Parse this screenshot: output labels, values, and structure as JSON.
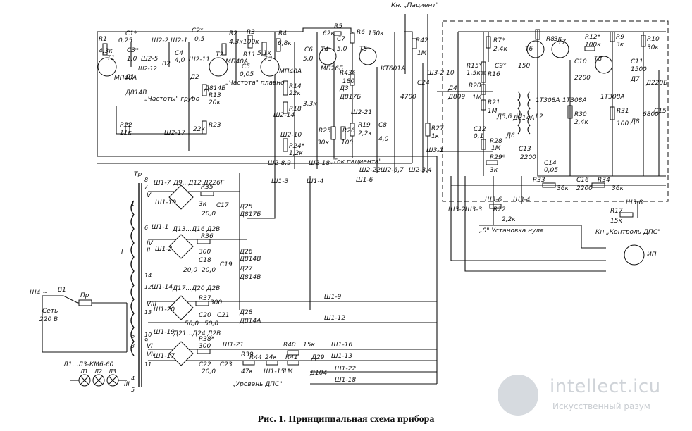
{
  "caption": "Рис. 1. Принципиальная схема прибора",
  "watermark": {
    "title": "intellect.icu",
    "subtitle": "Искусственный разум"
  },
  "labels": {
    "kn_patient": "Кн. „Пациент\"",
    "r42": "R42",
    "r42v": "1М",
    "r1": "R1",
    "r1v": "4,3к",
    "t1": "T1",
    "t1t": "МП40А",
    "c1": "C1*",
    "c1v": "0,25",
    "c2": "C2*",
    "c2v": "0,5",
    "c3": "C3*",
    "c3v": "1,0",
    "c4": "C4",
    "c4v": "4,0",
    "sh22": "Ш2-2",
    "sh21": "Ш2-1",
    "sh25": "Ш2-5",
    "sh211": "Ш2-11",
    "sh212": "Ш2-12",
    "b2": "B2",
    "chastoty_grubo": "„Частоты\" грубо",
    "d1": "Д1",
    "d2": "Д2",
    "d814v": "Д814В",
    "d814b": "Д814Б",
    "r2": "R2",
    "r2v": "4,3к",
    "t2": "T2",
    "t2t": "МП40А",
    "r13": "R13",
    "r13v": "20к",
    "r3": "R3",
    "r3v": "100к",
    "r11": "R11",
    "r11v": "5,1к",
    "c5": "C5",
    "c5v": "0,05",
    "chastota_plavno": "„Частота\" плавно",
    "t3": "T3",
    "t3t": "МП40А",
    "r4": "R4",
    "r4v": "6,8к",
    "r14": "R14",
    "r14v": "22к",
    "r18": "R18",
    "sh214": "Ш2-14",
    "r23": "R23",
    "r22": "R22",
    "r22v": "11к",
    "sh217": "Ш2-17",
    "r22k": "22к",
    "sh210": "Ш2-10",
    "r24": "R24*",
    "r24v": "1,2к",
    "c6": "C6",
    "c6v": "5,0",
    "t4": "T4",
    "t4t": "МП26Б",
    "r5": "R5",
    "r5v": "62к",
    "c7": "C7",
    "c7v": "5,0",
    "r6": "R6",
    "r6v": "150к",
    "t5": "T5",
    "t5t": "КТ601А",
    "r43": "R43*",
    "r43v": "180",
    "d3": "Д3",
    "d3t": "Д817Б",
    "sh221": "Ш2-21",
    "r19": "R19",
    "r19v": "2,2к",
    "c8": "C8",
    "c8v": "4,0",
    "r25": "R25",
    "r25v": "30к",
    "r26": "R26",
    "r26v": "100",
    "v33": "3,3к",
    "sh289": "Ш2-8,9",
    "sh218": "Ш2-18",
    "tok_patienta": "„Ток пациента\"",
    "sh222": "Ш2-22",
    "sh267": "Ш2-6,7",
    "sh234": "Ш2-3,4",
    "sh16": "Ш1-6",
    "c24": "C24",
    "v4700": "4700",
    "r27": "R27",
    "r27v": "1к",
    "sh31": "Ш3-1",
    "sh3210": "Ш3-2,10",
    "d4": "Д4",
    "d4t": "Д809",
    "r15": "R15*",
    "r15v": "1,5к",
    "r16": "R16",
    "r20": "R20",
    "r20v": "1М",
    "r7": "R7*",
    "r7v": "2,4к",
    "c9": "C9*",
    "c9v": "150",
    "r21": "R21",
    "r21v": "1М",
    "d5": "Д5,6",
    "d814a": "Д814А",
    "d6": "Д6",
    "l1": "L1",
    "l2": "L2",
    "c12": "C12",
    "c12v": "0,1",
    "r28": "R28",
    "r28v": "1М",
    "r29": "R29*",
    "r29v": "3к",
    "c13": "C13",
    "c13v": "2200",
    "c14": "C14",
    "c14v": "0,05",
    "r8": "R8",
    "r8v": "3к",
    "t6": "T6",
    "t6t": "1Т308А",
    "t7": "T7",
    "t7t": "1Т308А",
    "c10": "C10",
    "c10v": "2200",
    "r30": "R30",
    "r30v": "2,4к",
    "r12": "R12*",
    "r12v": "100к",
    "r9": "R9",
    "r9v": "3к",
    "t8": "T8",
    "t8t": "1Т308А",
    "r31": "R31",
    "r31v": "100",
    "c11": "C11",
    "c11v": "1500",
    "d7": "Д7",
    "d8": "Д8",
    "d220b": "Д220Б",
    "c15": "C15",
    "c15v": "6800",
    "r10": "R10",
    "r10v": "30к",
    "c16": "C16",
    "c16v": "2200",
    "r33": "R33",
    "r33v": "36к",
    "r34": "R34",
    "r34v": "36к",
    "sh36": "Ш3-6",
    "sh34": "Ш3-4",
    "sh32": "Ш3-2",
    "sh33": "Ш3-3",
    "sh38": "Ш3-8",
    "r22b": "R22",
    "r22bv": "2,2к",
    "ustanovka": "„0\" Установка нуля",
    "r17": "R17",
    "r17v": "15к",
    "kn_kontrol": "Кн „Контроль ДПС\"",
    "ip": "ИП",
    "tp": "Тр",
    "sh17": "Ш1-7",
    "d9": "Д9...Д12 Д226Г",
    "r35": "R35",
    "r35v": "3к",
    "c17": "C17",
    "c17v": "20,0",
    "d25": "Д25",
    "d25t": "Д817Б",
    "sh110": "Ш1-10",
    "sh13": "Ш1-3",
    "sh14": "Ш1-4",
    "sh11": "Ш1-1",
    "d13": "Д13...Д16 Д2В",
    "r36": "R36",
    "r36v": "300",
    "sh12": "Ш1-2",
    "c18": "C18",
    "c18v": "20,0",
    "c19": "C19",
    "c19v": "20,0",
    "d26": "Д26",
    "d26t": "Д814В",
    "d27": "Д27",
    "d27t": "Д814В",
    "sh114": "Ш1-14",
    "d17": "Д17...Д20 Д2В",
    "r37": "R37",
    "r37v": "300",
    "sh120": "Ш1-20",
    "c20": "C20",
    "c20v": "50,0",
    "c21": "C21",
    "c21v": "50,0",
    "d28": "Д28",
    "d28t": "Д814А",
    "sh19": "Ш1-9",
    "sh112": "Ш1-12",
    "sh119": "Ш1-19",
    "d21": "Д21...Д24 Д2В",
    "r38": "R38*",
    "r38v": "300",
    "sh121": "Ш1-21",
    "sh117": "Ш1-17",
    "c22": "C22",
    "c22v": "20,0",
    "c23": "C23",
    "r39": "R39",
    "r39v": "47к",
    "r44": "R44",
    "r44v": "24к",
    "r40": "R40",
    "r40v": "15к",
    "r41": "R41",
    "r41v": "1М",
    "d29": "Д29",
    "d104": "Д104",
    "sh115": "Ш1-15",
    "uroven": "„Уровень ДПС\"",
    "sh116": "Ш1-16",
    "sh113": "Ш1-13",
    "sh122": "Ш1-22",
    "sh118": "Ш1-18",
    "sh4": "Ш4 ~",
    "b1": "В1",
    "pr": "Пр",
    "set": "Сеть",
    "v220": "220 В",
    "lamps": "Л1...Л3-КМ6-60",
    "l1l": "Л1",
    "l2l": "Л2",
    "l3l": "Л3",
    "wI": "I",
    "wII": "II",
    "wIII": "III",
    "wIV": "IV",
    "wV": "V",
    "wVI": "VI",
    "wVII": "VII",
    "wVIII": "VIII",
    "n1": "1",
    "n2": "2",
    "n3": "3",
    "n4": "4",
    "n5": "5",
    "n6": "6",
    "n7": "7",
    "n8": "8",
    "n9": "9",
    "n10": "10",
    "n11": "11",
    "n12": "12",
    "n13": "13",
    "n14": "14"
  }
}
